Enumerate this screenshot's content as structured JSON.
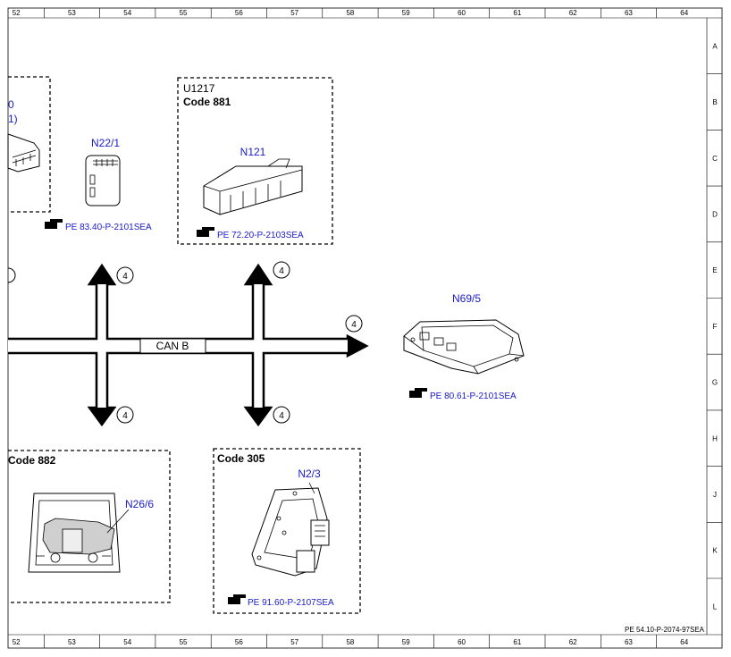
{
  "grid": {
    "columns": [
      "52",
      "53",
      "54",
      "55",
      "56",
      "57",
      "58",
      "59",
      "60",
      "61",
      "62",
      "63",
      "64"
    ],
    "rows": [
      "A",
      "B",
      "C",
      "D",
      "E",
      "F",
      "G",
      "H",
      "J",
      "K",
      "L"
    ]
  },
  "boxes": {
    "left_top": {
      "title1": "0",
      "title2": "1)"
    },
    "u1217": {
      "title": "U1217",
      "code": "Code 881",
      "component": "N121",
      "ref": "PE 72.20-P-2103SEA"
    },
    "code882": {
      "code": "Code 882",
      "component": "N26/6"
    },
    "code305": {
      "code": "Code 305",
      "component": "N2/3",
      "ref": "PE 91.60-P-2107SEA"
    }
  },
  "components": {
    "n22_1": {
      "label": "N22/1",
      "ref": "PE 83.40-P-2101SEA"
    },
    "n69_5": {
      "label": "N69/5",
      "ref": "PE 80.61-P-2101SEA"
    }
  },
  "bus": {
    "label": "CAN B",
    "connector_number": "4"
  },
  "footer": {
    "doc_ref": "PE 54.10-P-2074-97SEA"
  },
  "icons": {
    "reference": "pointing-hand-icon"
  }
}
